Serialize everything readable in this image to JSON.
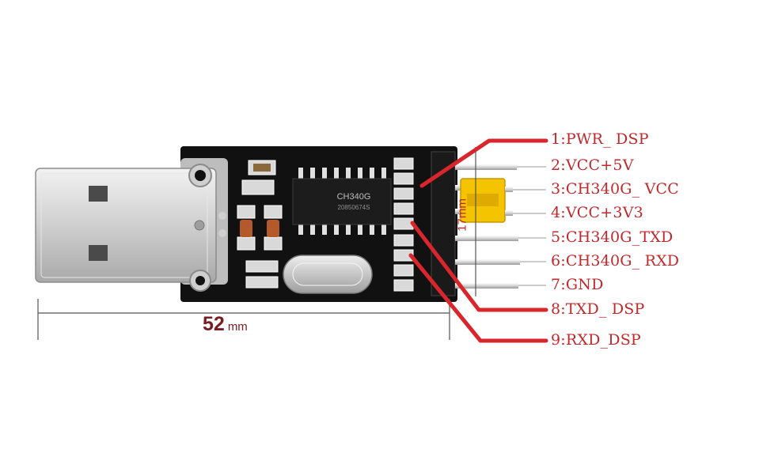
{
  "pins": [
    {
      "label": "1:PWR_ DSP"
    },
    {
      "label": "2:VCC+5V"
    },
    {
      "label": "3:CH340G_ VCC"
    },
    {
      "label": "4:VCC+3V3"
    },
    {
      "label": "5:CH340G_TXD"
    },
    {
      "label": "6:CH340G_ RXD"
    },
    {
      "label": "7:GND"
    },
    {
      "label": "8:TXD_ DSP"
    },
    {
      "label": "9:RXD_DSP"
    }
  ],
  "chip": {
    "name": "CH340G",
    "code": "20850674S"
  },
  "dimensions": {
    "length_value": "52",
    "length_unit": "mm",
    "width": "17mm"
  },
  "colors": {
    "callout": "#d9262c",
    "label_text": "#c0282b",
    "board": "#111111",
    "jumper": "#f5c400"
  }
}
